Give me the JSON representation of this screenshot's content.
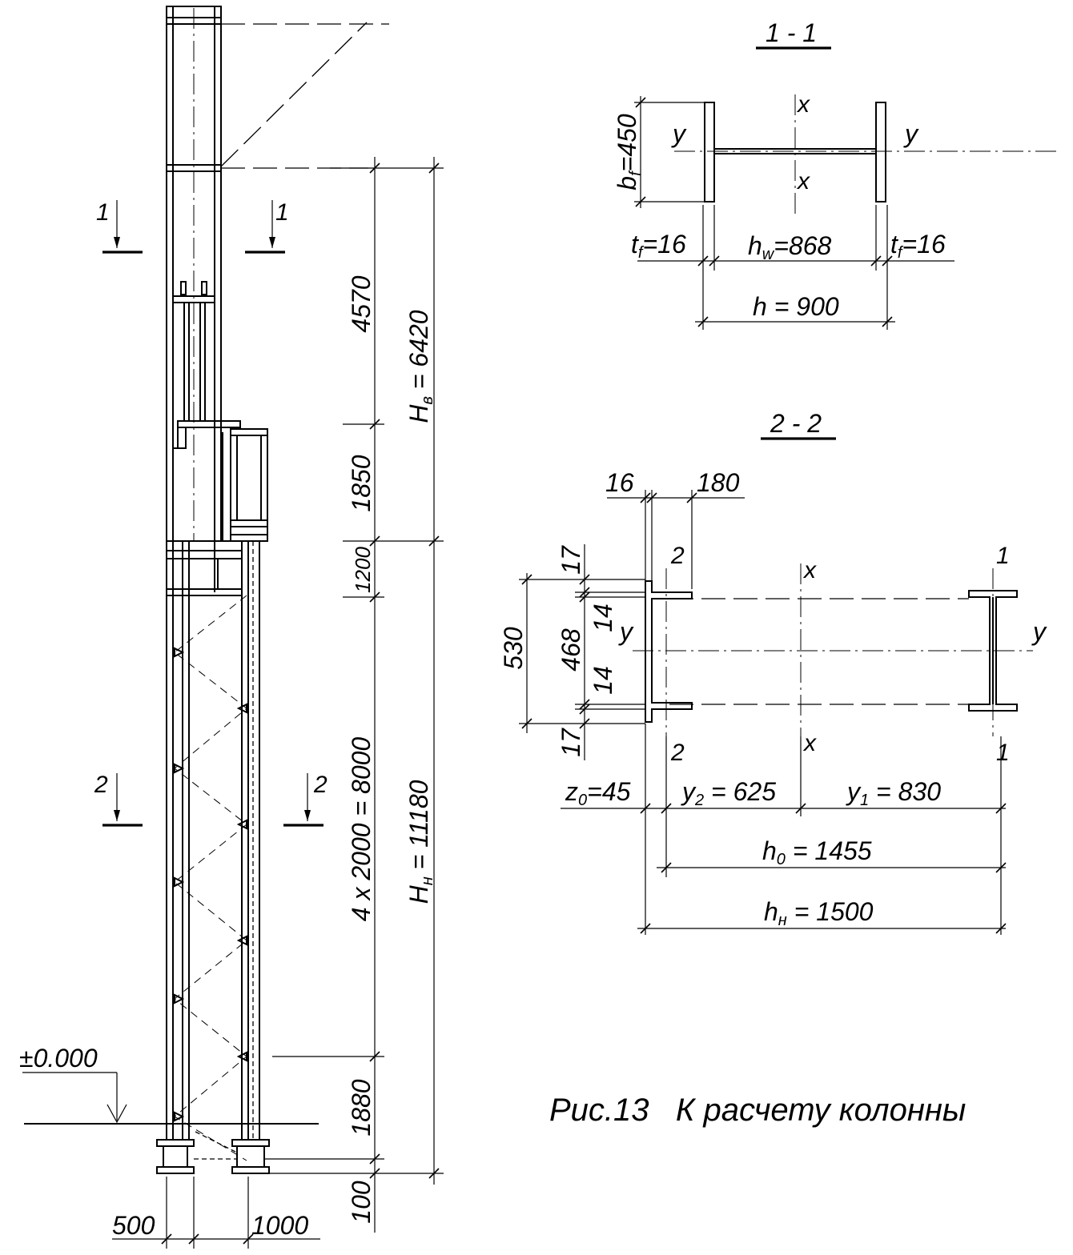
{
  "caption": "Рис.13   К расчету колонны",
  "elevation": {
    "section1_cut": {
      "left": "1",
      "right": "1"
    },
    "section2_cut": {
      "left": "2",
      "right": "2"
    },
    "level_mark": "±0.000",
    "dims_vertical": {
      "d4570": "4570",
      "d1850": "1850",
      "d1200": "1200",
      "d8000": "4 x 2000 = 8000",
      "d1880": "1880",
      "d100": "100"
    },
    "Hv": {
      "sym": "H",
      "sub": "в",
      "val": " = 6420"
    },
    "Hn": {
      "sym": "H",
      "sub": "н",
      "val": " = 11180"
    },
    "dims_bottom": {
      "d500": "500",
      "d1000": "1000"
    }
  },
  "section11": {
    "title": "1 - 1",
    "axis_x_top": "x",
    "axis_x_bottom": "x",
    "axis_y_left": "y",
    "axis_y_right": "y",
    "bf": {
      "sym": "b",
      "sub": "f",
      "val": "=450"
    },
    "tf_left": {
      "sym": "t",
      "sub": "f",
      "val": "=16"
    },
    "tf_right": {
      "sym": "t",
      "sub": "f",
      "val": "=16"
    },
    "hw": {
      "sym": "h",
      "sub": "w",
      "val": "=868"
    },
    "h": "h = 900"
  },
  "section22": {
    "title": "2 - 2",
    "d16": "16",
    "d180": "180",
    "d17_top": "17",
    "d14_top": "14",
    "d468": "468",
    "d14_bot": "14",
    "d17_bot": "17",
    "d530": "530",
    "branch2_top": "2",
    "branch2_bot": "2",
    "branch1_top": "1",
    "branch1_bot": "1",
    "axis_x_top": "x",
    "axis_x_bottom": "x",
    "axis_y_left": "y",
    "axis_y_right": "y",
    "z0": {
      "sym": "z",
      "sub": "0",
      "val": "=45"
    },
    "y2": {
      "sym": "y",
      "sub": "2",
      "val": " = 625"
    },
    "y1": {
      "sym": "y",
      "sub": "1",
      "val": " = 830"
    },
    "h0": {
      "sym": "h",
      "sub": "0",
      "val": " = 1455"
    },
    "hn": {
      "sym": "h",
      "sub": "н",
      "val": " = 1500"
    }
  }
}
